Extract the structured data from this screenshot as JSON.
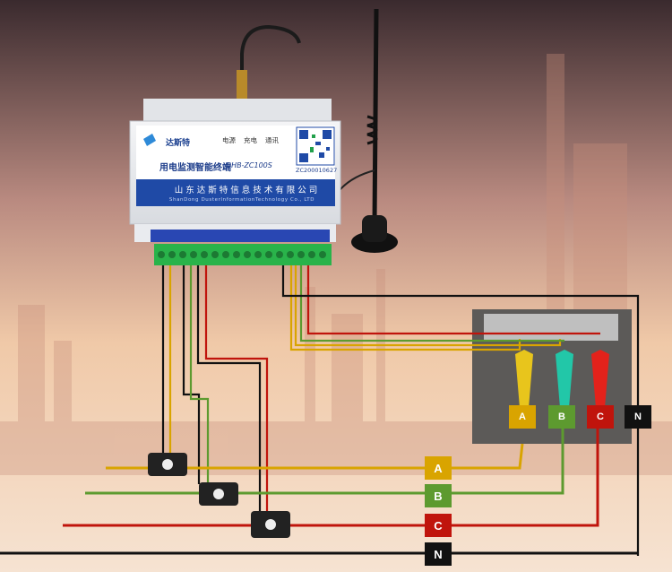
{
  "device": {
    "brand_name": "达斯特",
    "indicators": [
      "电源",
      "充电",
      "通讯"
    ],
    "model_cn": "用电监测智能终端",
    "model_en": "DHB-ZC100S",
    "serial": "ZC200010627",
    "company_cn": "山东达斯特信息技术有限公司",
    "company_en": "ShanDong DusterInformationTechnology Co., LTD"
  },
  "phase_labels": {
    "top": [
      "A",
      "B",
      "C",
      "N"
    ],
    "bottom": [
      "A",
      "B",
      "C",
      "N"
    ]
  },
  "colors": {
    "phase_a": "#d9a400",
    "phase_b": "#5d9a2f",
    "phase_c": "#c0140c",
    "neutral": "#111111",
    "device_blue": "#1f4aa6"
  }
}
